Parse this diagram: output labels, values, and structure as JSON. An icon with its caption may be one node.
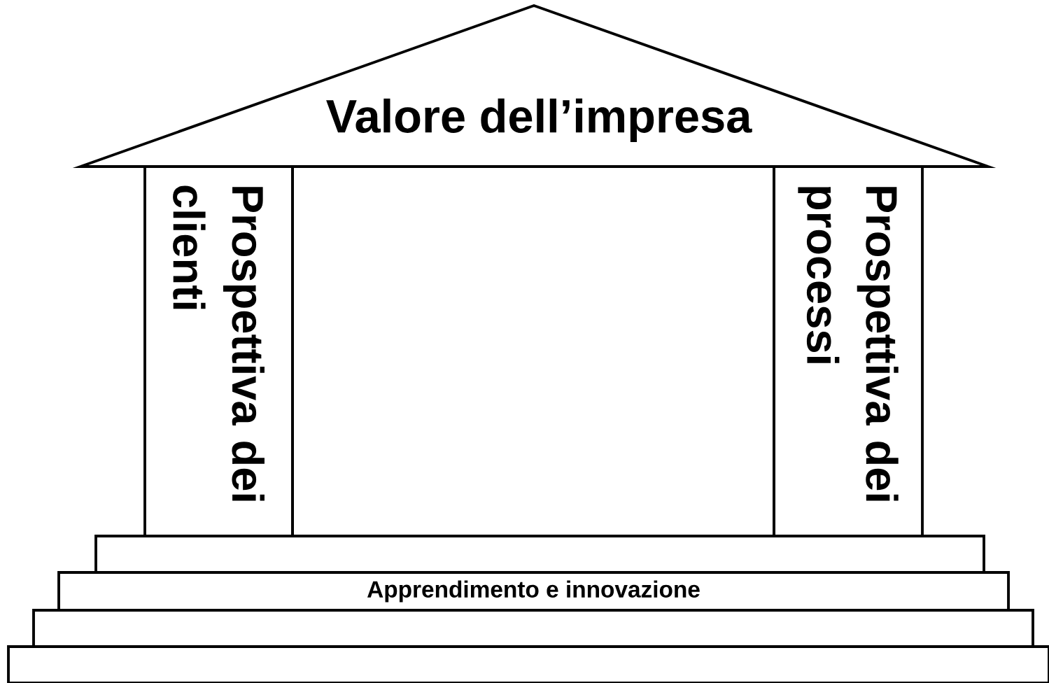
{
  "diagram": {
    "nodes": [
      {
        "text": [
          "Valore dell’impresa"
        ]
      },
      {
        "text": [
          "Prospettiva dei clienti"
        ]
      },
      {
        "text": [],
        "shape": "box"
      },
      {
        "text": [
          "Prospettiva dei processi"
        ]
      },
      {
        "text": [],
        "shape": "box"
      },
      {
        "text": [
          "Apprendimento e innovazione"
        ]
      },
      {
        "text": [],
        "shape": "box"
      },
      {
        "text": [],
        "shape": "box"
      }
    ]
  }
}
